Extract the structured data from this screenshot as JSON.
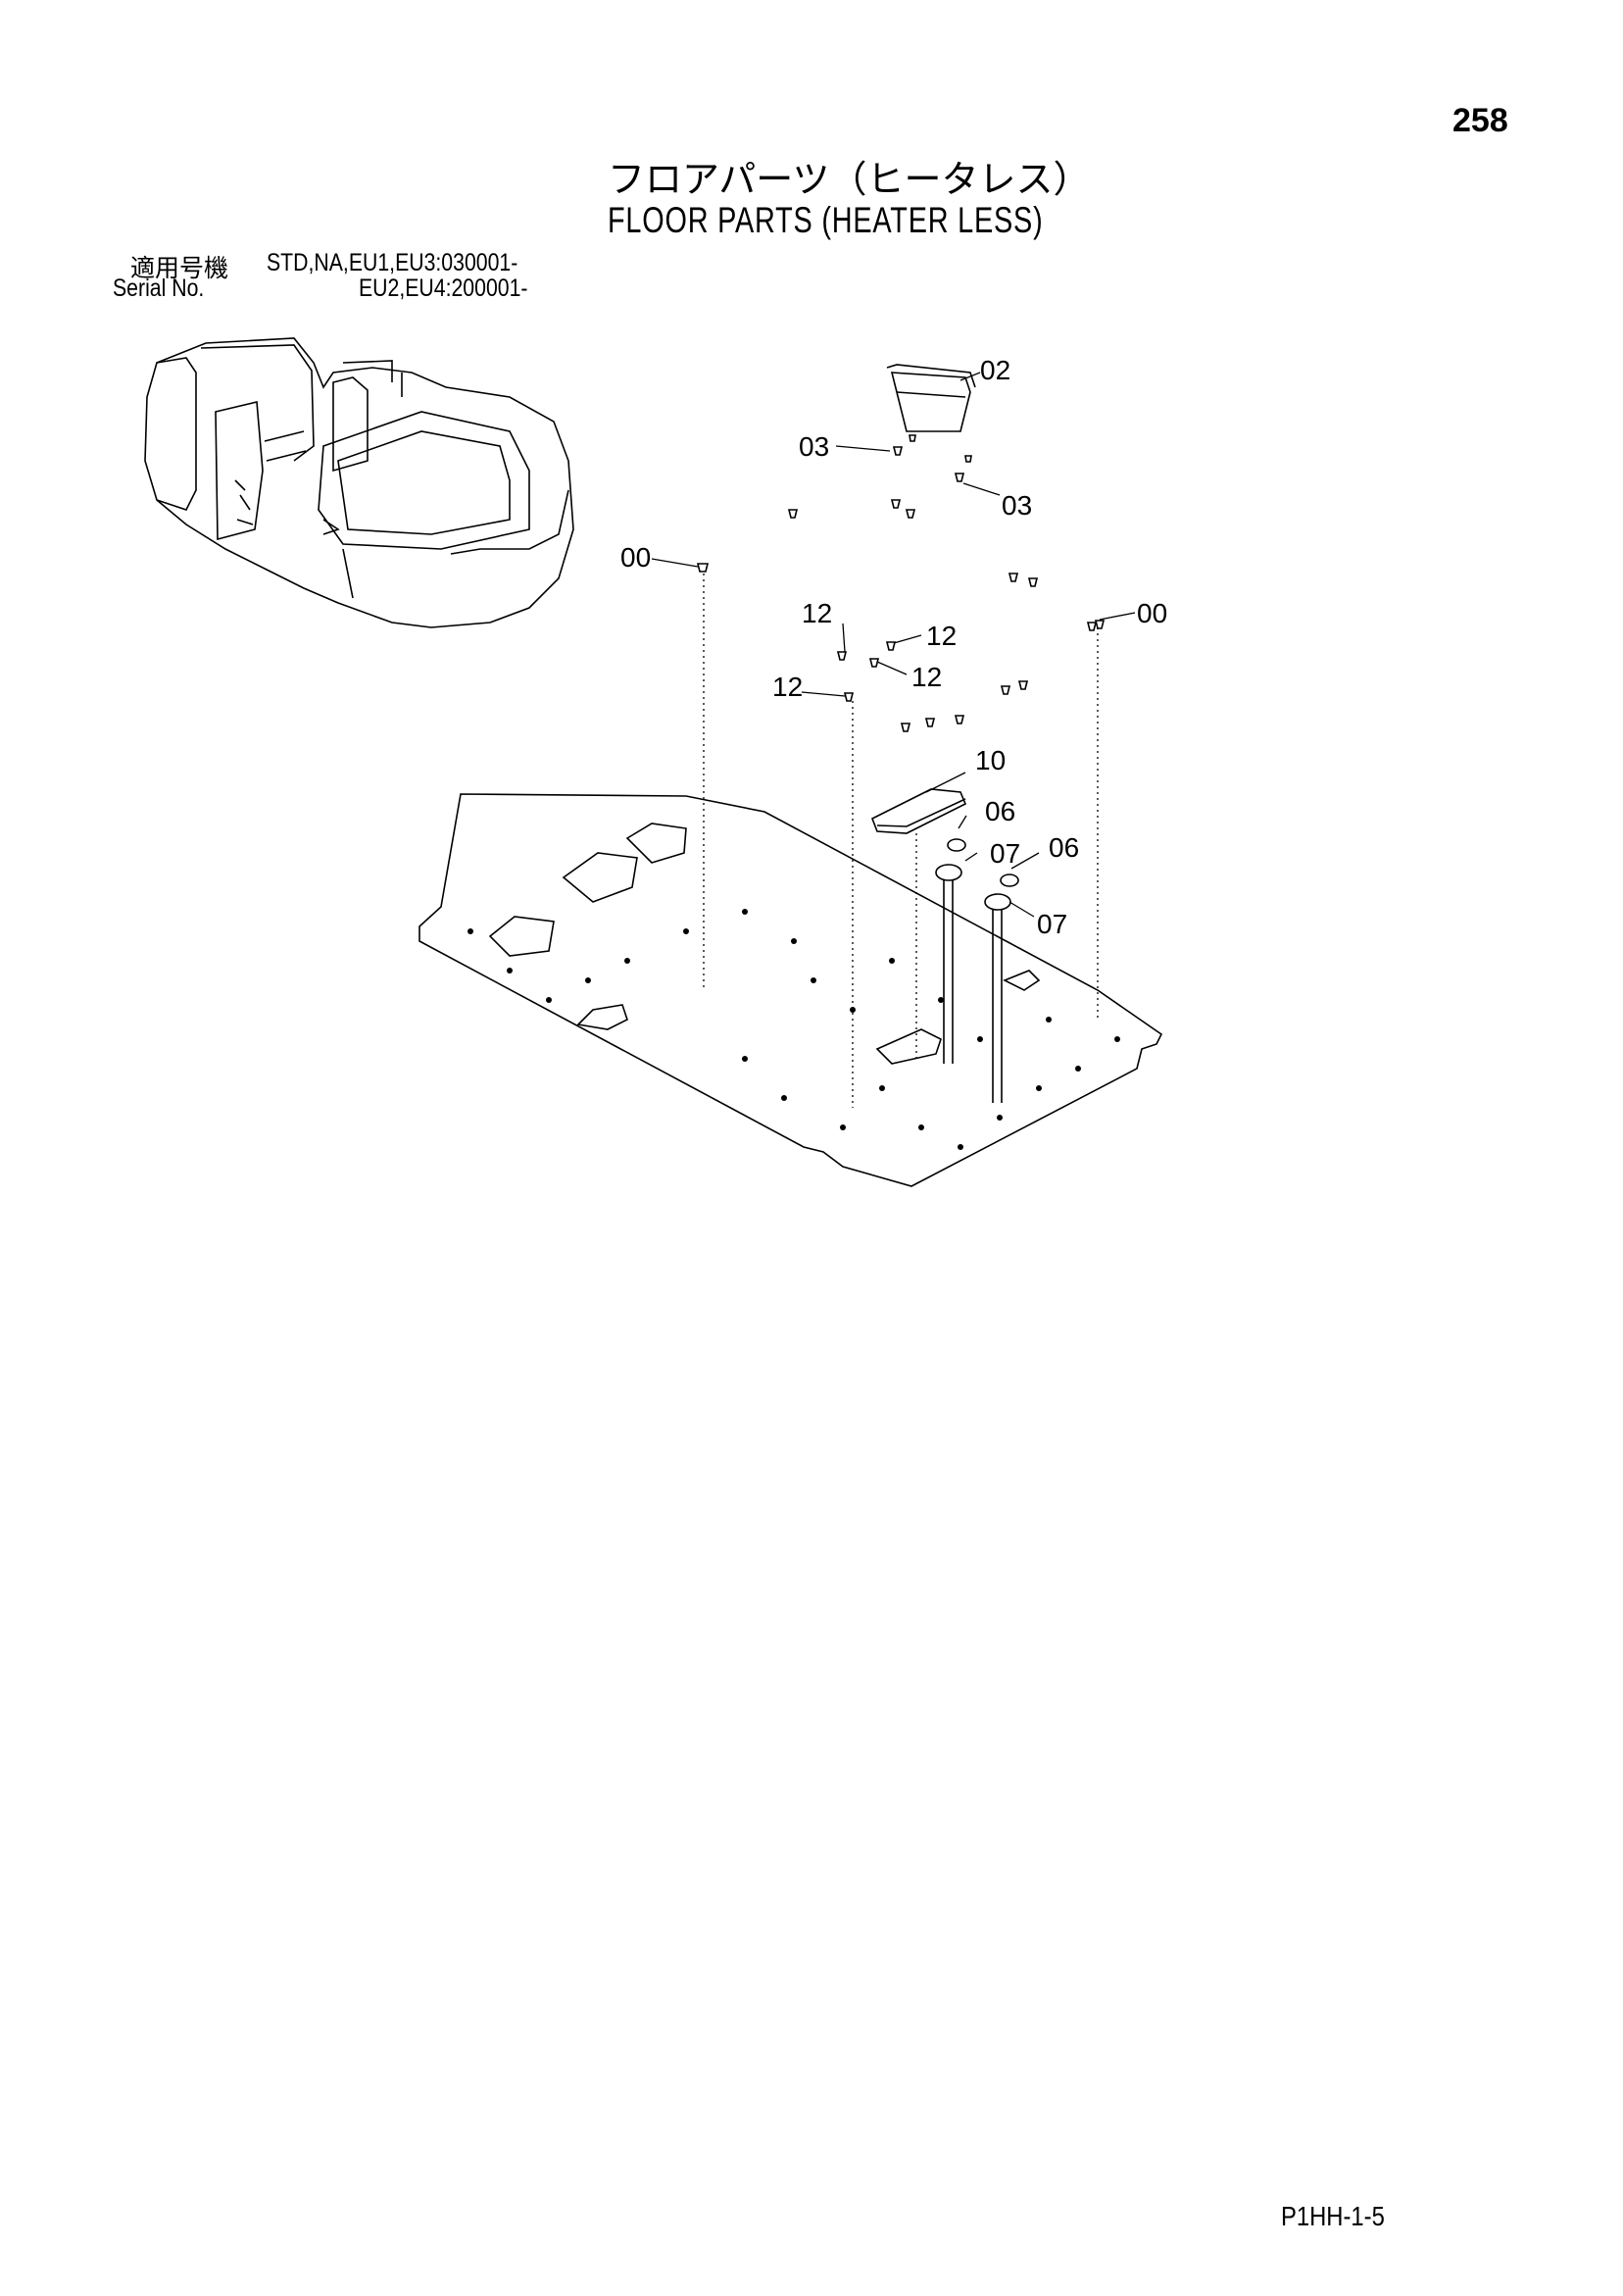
{
  "page_number": "258",
  "title_jp": "フロアパーツ（ヒータレス）",
  "title_en": "FLOOR PARTS (HEATER LESS)",
  "serial": {
    "label_jp": "適用号機",
    "label_en": "Serial No.",
    "line1": "STD,NA,EU1,EU3:030001-",
    "line2": "EU2,EU4:200001-"
  },
  "callouts": [
    "02",
    "03",
    "03",
    "00",
    "12",
    "12",
    "12",
    "00",
    "12",
    "10",
    "06",
    "07",
    "06",
    "07"
  ],
  "page_code": "P1HH-1-5"
}
